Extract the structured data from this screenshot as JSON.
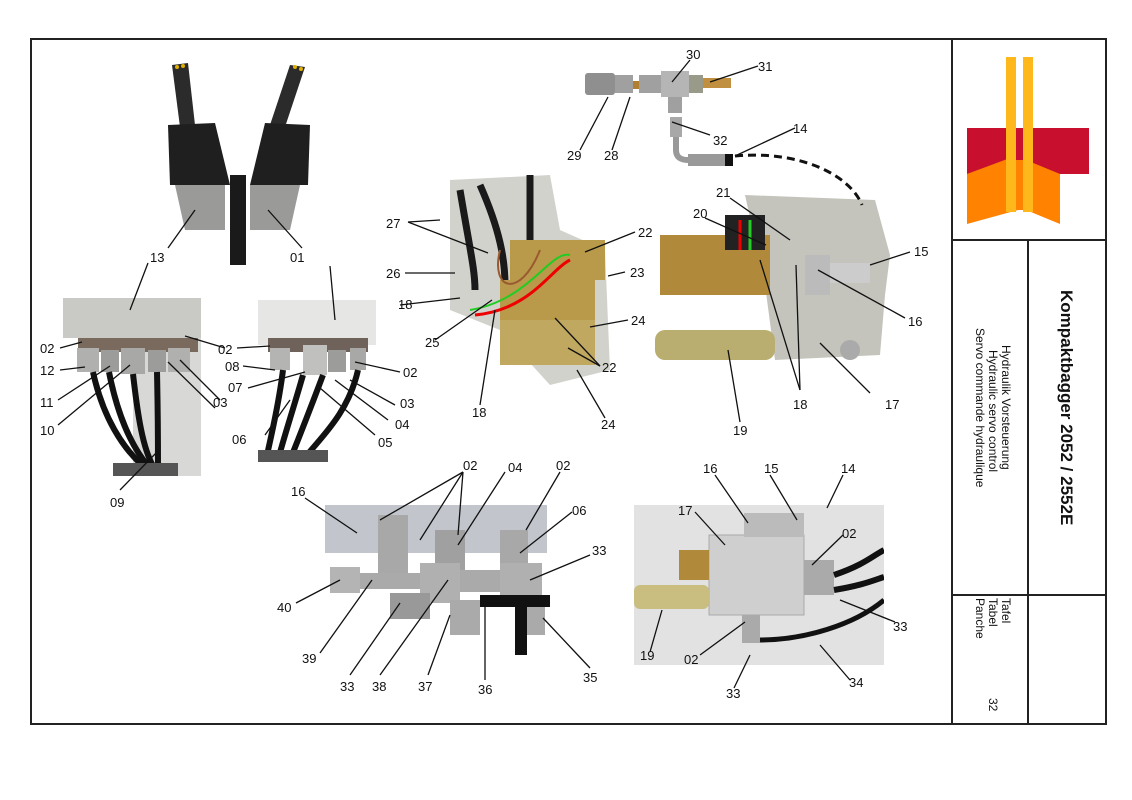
{
  "title_block": {
    "title": "Kompaktbagger 2052 / 2552E",
    "subtitles": [
      "Hydraulik Vorsteuerung",
      "Hydraulic servo control",
      "Servo commande hydraulique"
    ],
    "plate_labels": [
      "Tafel",
      "Tabel",
      "Panche"
    ],
    "plate_number": "32",
    "logo_colors": {
      "red": "#c8102e",
      "orange": "#ff8200",
      "yellow": "#ffb81c"
    }
  },
  "figures": {
    "joysticks": {
      "callouts": [
        "13",
        "01"
      ]
    },
    "left_valve_detail": {
      "callouts": [
        "13",
        "02",
        "12",
        "11",
        "10",
        "03",
        "02",
        "09"
      ]
    },
    "right_valve_detail": {
      "callouts": [
        "01",
        "02",
        "08",
        "07",
        "06",
        "05",
        "04",
        "03",
        "02"
      ]
    },
    "tee_fitting": {
      "callouts": [
        "30",
        "31",
        "29",
        "28",
        "32",
        "14"
      ]
    },
    "solenoid_block": {
      "callouts": [
        "27",
        "26",
        "18",
        "25",
        "18",
        "22",
        "23",
        "24",
        "22",
        "24"
      ]
    },
    "valve_block_side": {
      "callouts": [
        "21",
        "20",
        "15",
        "16",
        "17",
        "18",
        "19"
      ]
    },
    "manifold_fittings": {
      "callouts": [
        "16",
        "02",
        "04",
        "02",
        "06",
        "33",
        "40",
        "39",
        "33",
        "38",
        "37",
        "36",
        "35"
      ]
    },
    "valve_block_top": {
      "callouts": [
        "16",
        "15",
        "14",
        "17",
        "02",
        "19",
        "02",
        "33",
        "34",
        "33"
      ]
    }
  },
  "labels": {
    "l01a": "13",
    "l01b": "01",
    "l02": "13",
    "l03": "02",
    "l04": "12",
    "l05": "11",
    "l06": "10",
    "l07": "02",
    "l08": "03",
    "l09": "09",
    "l10": "01",
    "l11": "02",
    "l12": "08",
    "l13": "07",
    "l14": "06",
    "l15": "05",
    "l16": "04",
    "l17": "03",
    "l18": "02",
    "l19": "03",
    "l20": "30",
    "l21": "31",
    "l22": "29",
    "l23": "28",
    "l24": "32",
    "l25": "14",
    "l26": "27",
    "l27": "26",
    "l28": "18",
    "l29": "25",
    "l30": "18",
    "l31": "22",
    "l32": "23",
    "l33": "24",
    "l34": "22",
    "l35": "24",
    "l36": "21",
    "l37": "20",
    "l38": "15",
    "l39": "16",
    "l40": "17",
    "l41": "18",
    "l42": "19",
    "l43": "16",
    "l44": "02",
    "l45": "04",
    "l46": "02",
    "l47": "06",
    "l48": "33",
    "l49": "40",
    "l50": "39",
    "l51": "33",
    "l52": "38",
    "l53": "37",
    "l54": "36",
    "l55": "35",
    "l56": "16",
    "l57": "15",
    "l58": "14",
    "l59": "17",
    "l60": "02",
    "l61": "19",
    "l62": "02",
    "l63": "33",
    "l64": "34",
    "l65": "33"
  }
}
